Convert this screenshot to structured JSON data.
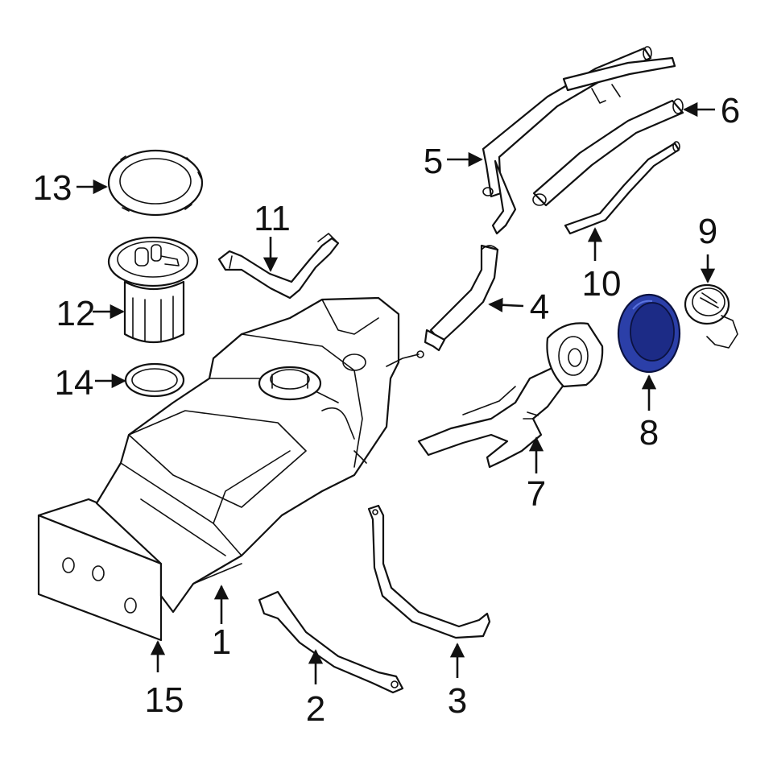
{
  "callouts": {
    "c1": "1",
    "c2": "2",
    "c3": "3",
    "c4": "4",
    "c5": "5",
    "c6": "6",
    "c7": "7",
    "c8": "8",
    "c9": "9",
    "c10": "10",
    "c11": "11",
    "c12": "12",
    "c13": "13",
    "c14": "14",
    "c15": "15"
  },
  "colors": {
    "highlight": "#2b3fa8",
    "line": "#111111",
    "background": "#ffffff"
  }
}
